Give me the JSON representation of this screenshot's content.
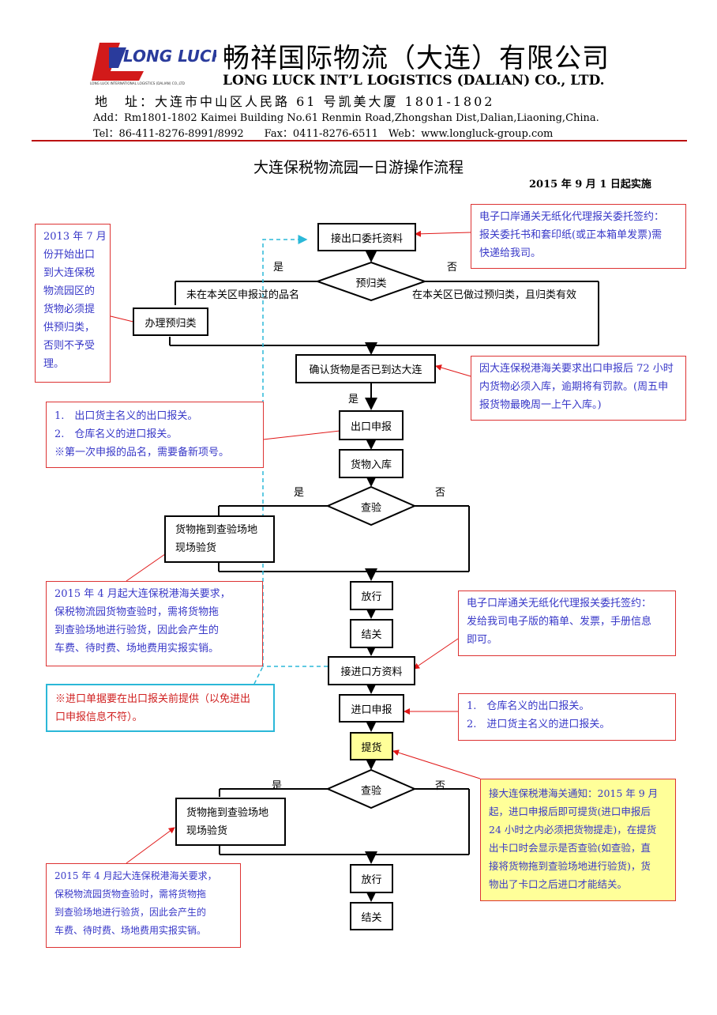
{
  "header": {
    "logo_text": "LONG LUCK",
    "logo_subtext": "LONG LUCK INTERNATIONAL LOGISTICS (DALIAN) CO.,LTD",
    "company_cn": "畅祥国际物流（大连）有限公司",
    "company_en": "LONG LUCK INT’L LOGISTICS (DALIAN) CO., LTD.",
    "address_cn": "地　址：大连市中山区人民路 61 号凯美大厦 1801-1802",
    "address_en": "Add：Rm1801-1802 Kaimei Building No.61 Renmin Road,Zhongshan Dist,Dalian,Liaoning,China.",
    "tel": "Tel：86-411-8276-8991/8992　　Fax：0411-8276-6511　Web：www.longluck-group.com"
  },
  "doc": {
    "title": "大连保税物流园一日游操作流程",
    "effective_date": "2015 年 9 月 1 日起实施"
  },
  "flow": {
    "n1": "接出口委托资料",
    "d1": "预归类",
    "d1_yes": "是",
    "d1_no": "否",
    "d1_left": "未在本关区申报过的品名",
    "d1_right": "在本关区已做过预归类，且归类有效",
    "n2": "办理预归类",
    "n3": "确认货物是否已到达大连",
    "n3_yes": "是",
    "n4": "出口申报",
    "n5": "货物入库",
    "d2": "查验",
    "d2_yes": "是",
    "d2_no": "否",
    "n6a": "货物拖到查验场地",
    "n6b": "现场验货",
    "n7": "放行",
    "n8": "结关",
    "n9": "接进口方资料",
    "n10": "进口申报",
    "n11": "提货",
    "d3": "查验",
    "d3_yes": "是",
    "d3_no": "否",
    "n12a": "货物拖到查验场地",
    "n12b": "现场验货",
    "n13": "放行",
    "n14": "结关"
  },
  "notes": {
    "left1": [
      "2013 年 7 月",
      "份开始出口",
      "到大连保税",
      "物流园区的",
      "货物必须提",
      "供预归类，",
      "否则不予受",
      "理。"
    ],
    "left2": [
      "1.　出口货主名义的出口报关。",
      "2.　仓库名义的进口报关。",
      "※第一次申报的品名，需要备新项号。"
    ],
    "left3": [
      "2015 年 4 月起大连保税港海关要求，",
      "保税物流园货物查验时，需将货物拖",
      "到查验场地进行验货，因此会产生的",
      "车费、待时费、场地费用实报实销。"
    ],
    "left4": [
      "※进口单据要在出口报关前提供（以免进出",
      "口申报信息不符）。"
    ],
    "left5": [
      "2015 年 4 月起大连保税港海关要求，",
      "保税物流园货物查验时，需将货物拖",
      "到查验场地进行验货，因此会产生的",
      "车费、待时费、场地费用实报实销。"
    ],
    "right1": [
      "电子口岸通关无纸化代理报关委托签约：",
      "报关委托书和套印纸(或正本箱单发票)需",
      "快递给我司。"
    ],
    "right2": [
      "因大连保税港海关要求出口申报后 72 小时",
      "内货物必须入库，逾期将有罚款。(周五申",
      "报货物最晚周一上午入库。)"
    ],
    "right3": [
      "电子口岸通关无纸化代理报关委托签约：",
      "发给我司电子版的箱单、发票，手册信息",
      "即可。"
    ],
    "right4": [
      "1.　仓库名义的出口报关。",
      "2.　进口货主名义的进口报关。"
    ],
    "right5": [
      "接大连保税港海关通知：2015 年 9 月",
      "起，进口申报后即可提货(进口申报后",
      "24 小时之内必须把货物提走)，在提货",
      "出卡口时会显示是否查验(如查验，直",
      "接将货物拖到查验场地进行验货)，货",
      "物出了卡口之后进口才能结关。"
    ]
  },
  "colors": {
    "note_border": "#dd3333",
    "note_text": "#3838c8",
    "cyan": "#2bb8d8",
    "highlight": "#ffff99",
    "rule": "#bb1111"
  }
}
